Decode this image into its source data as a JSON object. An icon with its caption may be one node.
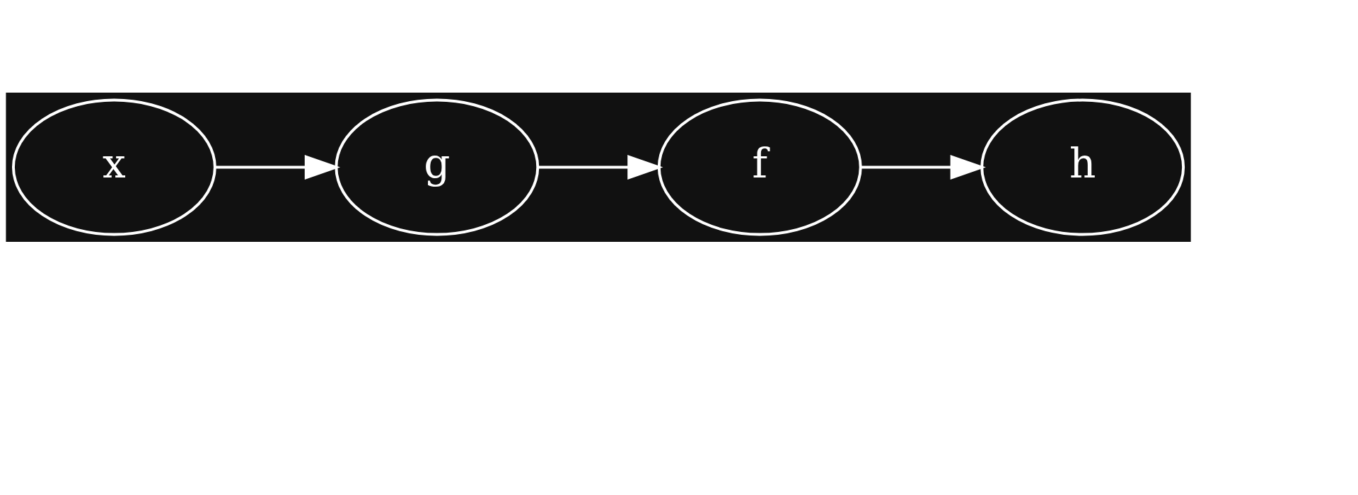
{
  "diagram": {
    "nodes": [
      {
        "text": [
          "x"
        ]
      },
      {
        "text": [
          "g"
        ]
      },
      {
        "text": [
          "f"
        ]
      },
      {
        "text": [
          "h"
        ]
      }
    ],
    "edges": [
      {
        "from": 0,
        "to": 1,
        "arrow": "to"
      },
      {
        "from": 1,
        "to": 2,
        "arrow": "to"
      },
      {
        "from": 2,
        "to": 3,
        "arrow": "to"
      }
    ]
  }
}
